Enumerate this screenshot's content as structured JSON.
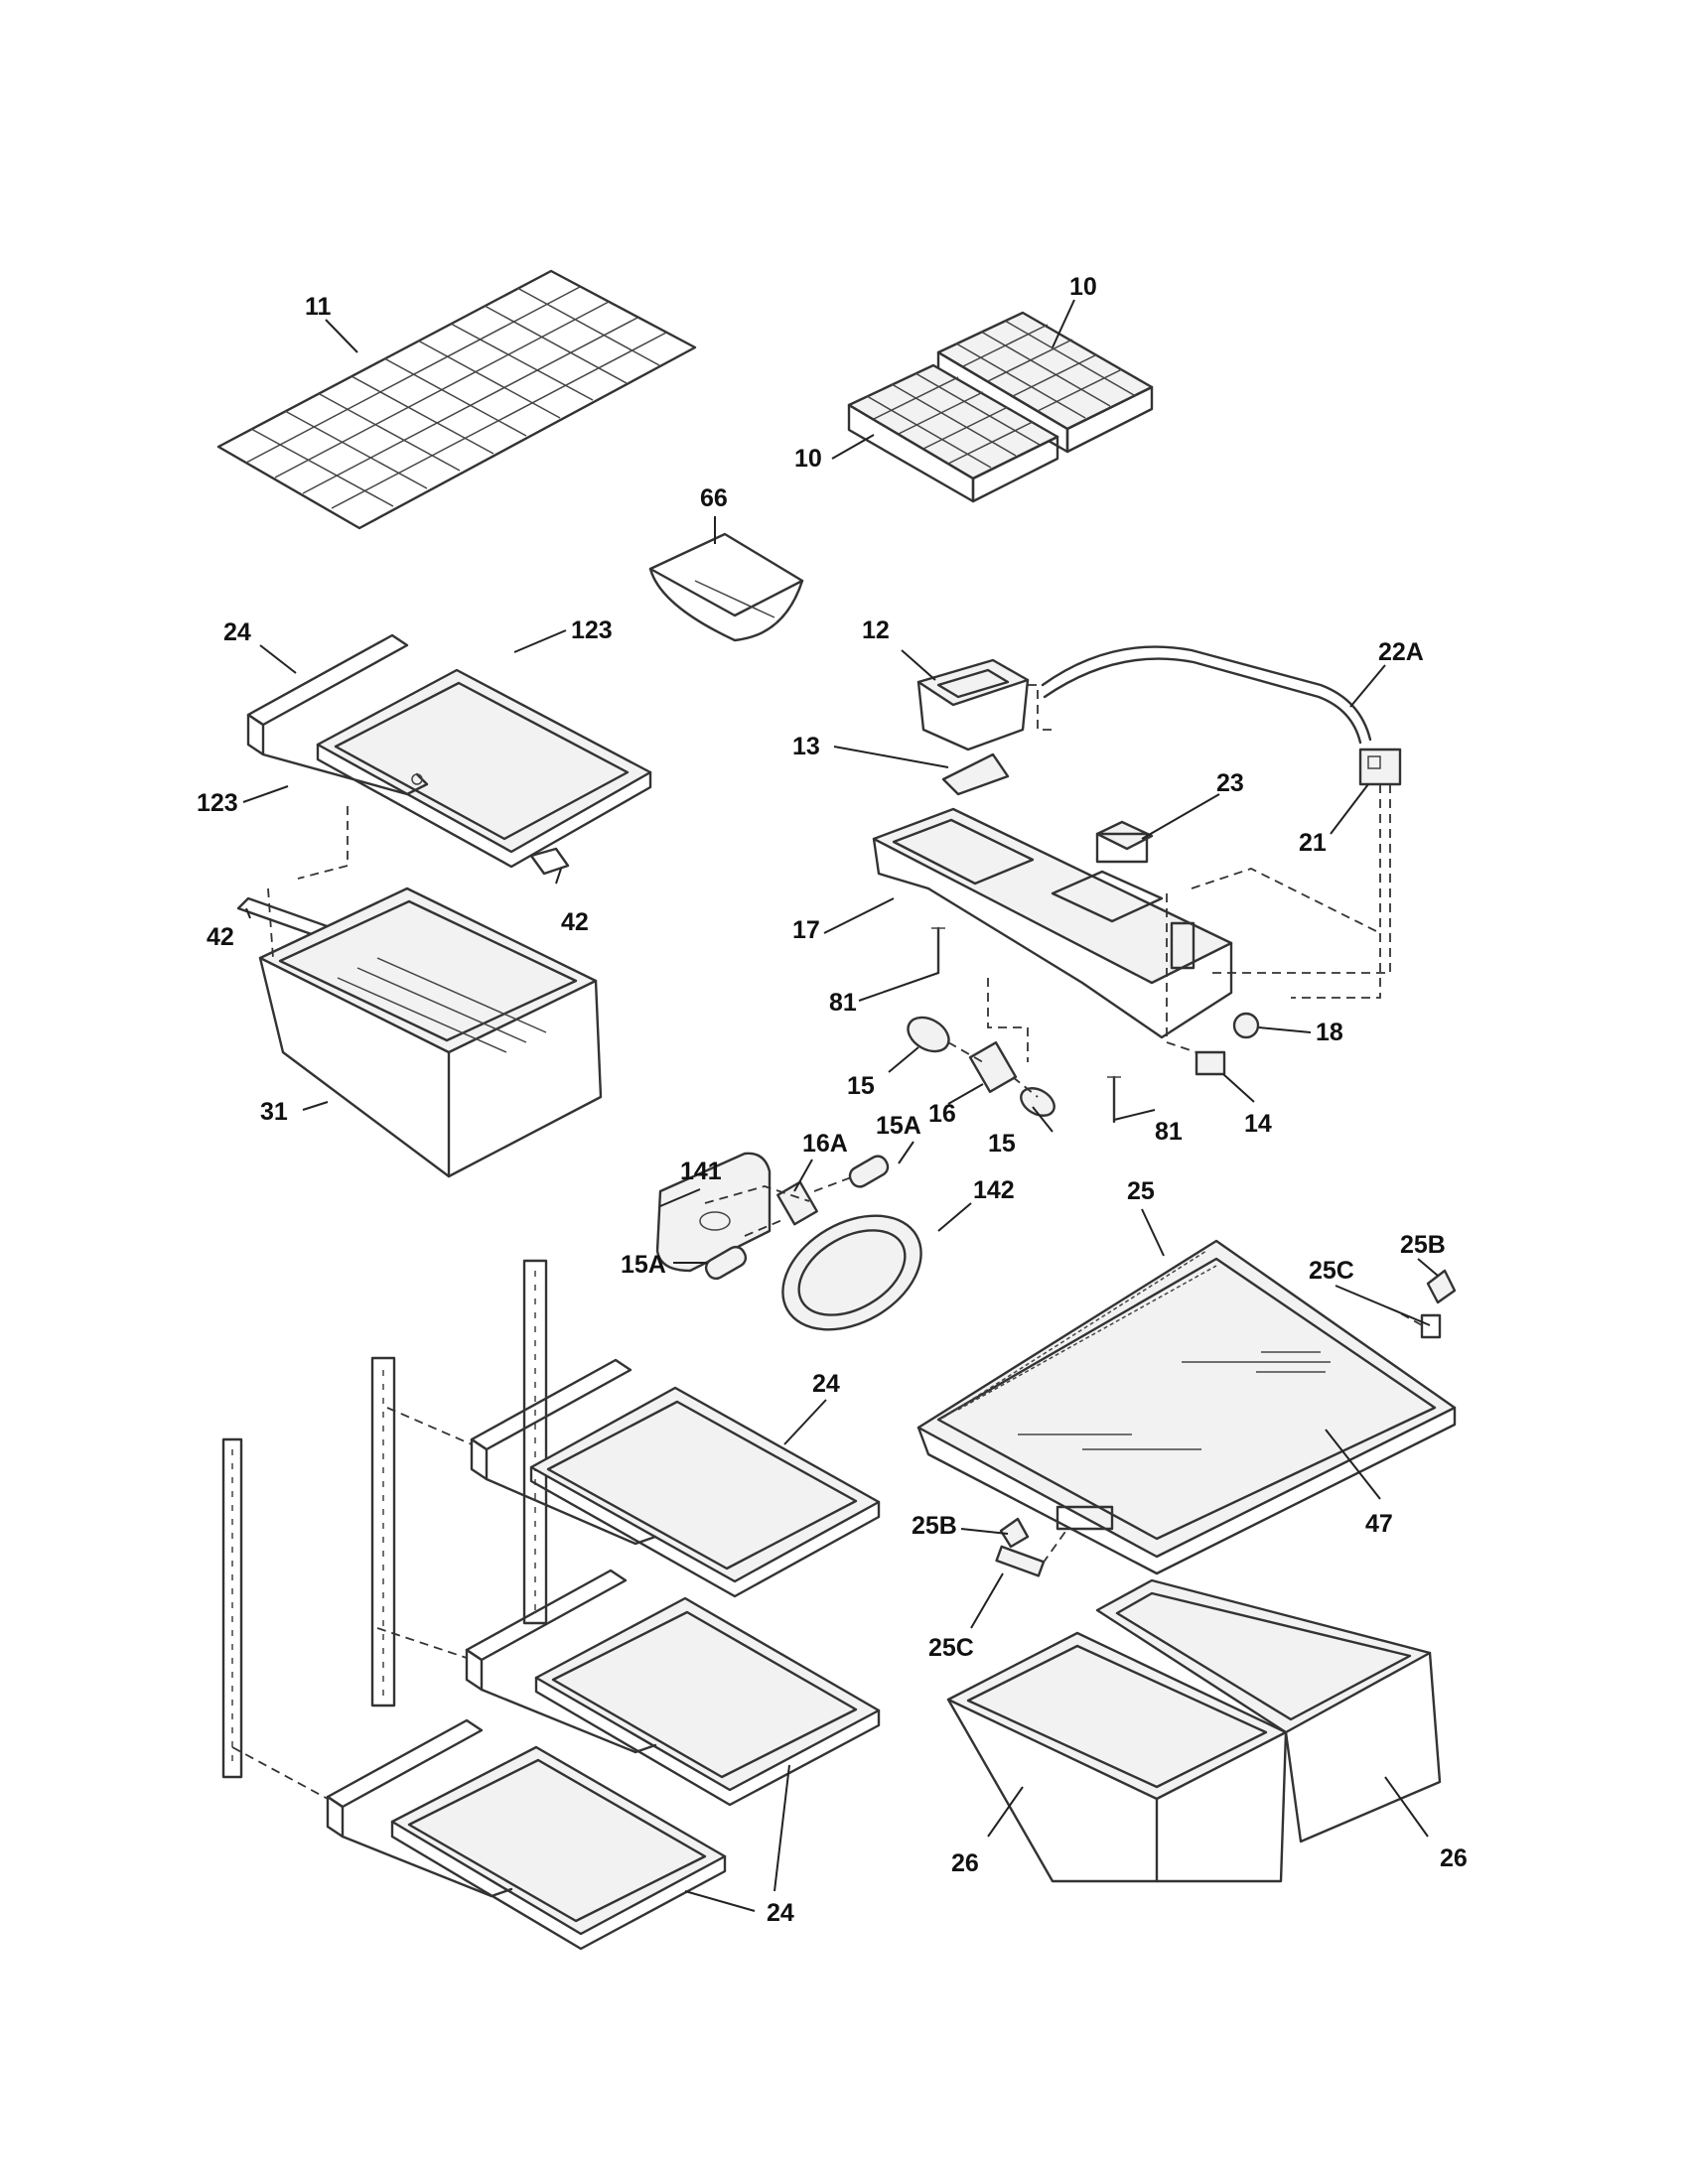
{
  "labels": {
    "l_11": "11",
    "l_10a": "10",
    "l_10b": "10",
    "l_66": "66",
    "l_24a": "24",
    "l_123a": "123",
    "l_123b": "123",
    "l_12": "12",
    "l_22A": "22A",
    "l_13": "13",
    "l_23": "23",
    "l_21": "21",
    "l_42a": "42",
    "l_42b": "42",
    "l_17": "17",
    "l_81a": "81",
    "l_18": "18",
    "l_31": "31",
    "l_15a": "15",
    "l_16": "16",
    "l_14": "14",
    "l_81b": "81",
    "l_15b": "15",
    "l_141": "141",
    "l_16A": "16A",
    "l_15Aa": "15A",
    "l_142": "142",
    "l_25": "25",
    "l_25Ba": "25B",
    "l_15Ab": "15A",
    "l_25Ca": "25C",
    "l_24b": "24",
    "l_47": "47",
    "l_25Bb": "25B",
    "l_25Cb": "25C",
    "l_26a": "26",
    "l_26b": "26",
    "l_24c": "24"
  }
}
